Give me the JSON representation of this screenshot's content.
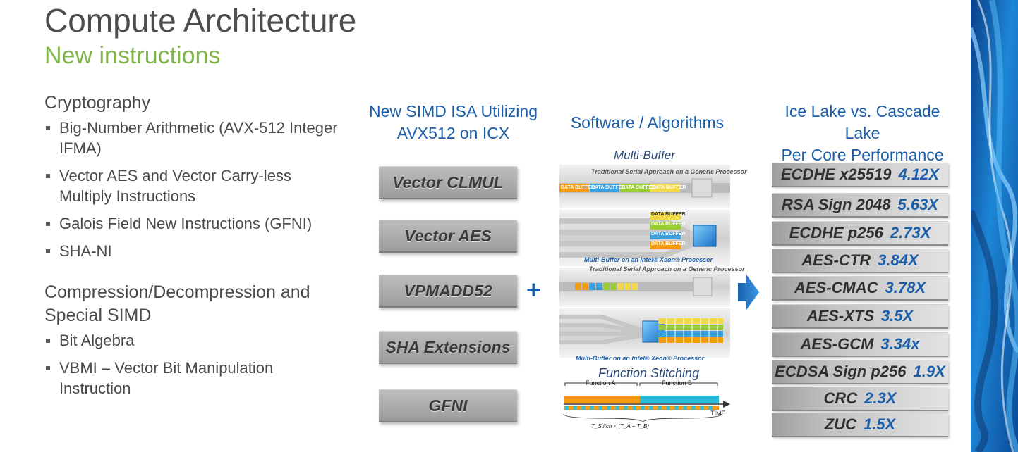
{
  "slide": {
    "title": "Compute Architecture",
    "subtitle": "New instructions"
  },
  "left": {
    "sections": [
      {
        "heading": "Cryptography",
        "bullets": [
          "Big-Number Arithmetic (AVX-512 Integer IFMA)",
          "Vector AES and Vector Carry-less Multiply Instructions",
          "Galois Field New Instructions (GFNI)",
          "SHA-NI"
        ]
      },
      {
        "heading": "Compression/Decompression and Special SIMD",
        "bullets": [
          "Bit Algebra",
          "VBMI – Vector Bit Manipulation Instruction"
        ]
      }
    ]
  },
  "columns": {
    "isa_header_line1": "New SIMD ISA Utilizing",
    "isa_header_line2": "AVX512 on ICX",
    "software_header": "Software / Algorithms",
    "perf_header_line1": "Ice Lake vs. Cascade Lake",
    "perf_header_line2": "Per Core Performance"
  },
  "isa_items": [
    "Vector CLMUL",
    "Vector AES",
    "VPMADD52",
    "SHA Extensions",
    "GFNI"
  ],
  "plus_symbol": "+",
  "diagram": {
    "multi_buffer_label": "Multi-Buffer",
    "serial_caption": "Traditional Serial Approach on a Generic Processor",
    "data_buffer": "DATA BUFFER",
    "multibuffer_caption": "Multi-Buffer on an Intel® Xeon® Processor",
    "function_stitching_label": "Function Stitching",
    "function_a": "Function A",
    "function_b": "Function B",
    "time_label": "TIME",
    "stitch_formula": "T_Stitch < (T_A + T_B)",
    "colors": {
      "orange": "#f39c12",
      "blue": "#3aa0e0",
      "green": "#9acd32",
      "yellow": "#f1d94a",
      "teal": "#2bbbd8"
    }
  },
  "perf_items": [
    {
      "name": "ECDHE x25519",
      "value": "4.12X"
    },
    {
      "name": "RSA Sign 2048",
      "value": "5.63X"
    },
    {
      "name": "ECDHE p256",
      "value": "2.73X"
    },
    {
      "name": "AES-CTR",
      "value": "3.84X"
    },
    {
      "name": "AES-CMAC",
      "value": "3.78X"
    },
    {
      "name": "AES-XTS",
      "value": "3.5X"
    },
    {
      "name": "AES-GCM",
      "value": "3.34x"
    },
    {
      "name": "ECDSA Sign p256",
      "value": "1.9X"
    },
    {
      "name": "CRC",
      "value": "2.3X"
    },
    {
      "name": "ZUC",
      "value": "1.5X"
    }
  ],
  "theme": {
    "title_color": "#4d4d4d",
    "subtitle_color": "#80b548",
    "accent_blue": "#1b5eaa"
  }
}
